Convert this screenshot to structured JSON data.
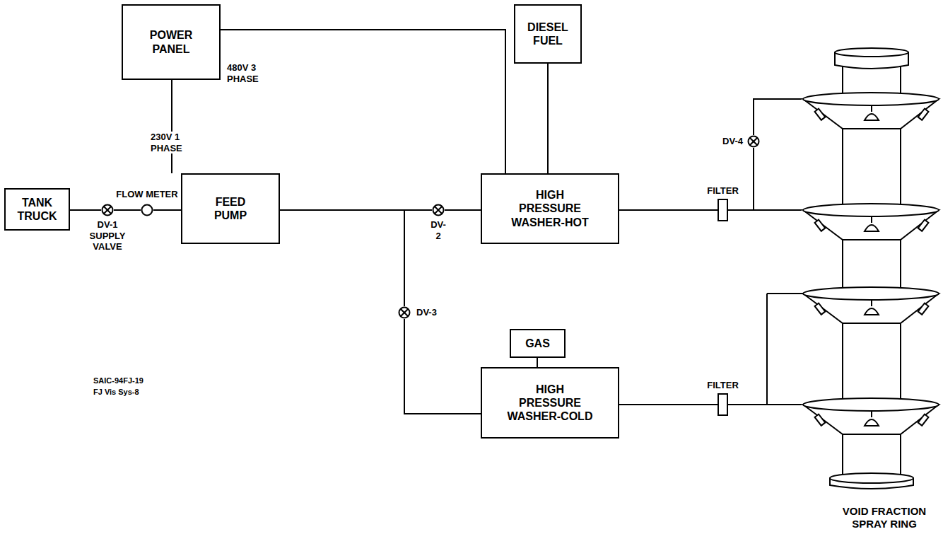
{
  "diagram": {
    "nodes": [
      {
        "text": [
          "TANK TRUCK"
        ]
      },
      {
        "text": [
          "DV-1 SUPPLY VALVE"
        ]
      },
      {
        "text": [
          "FLOW METER"
        ]
      },
      {
        "text": [
          "POWER PANEL"
        ]
      },
      {
        "text": [
          "FEED PUMP"
        ]
      },
      {
        "text": [
          "DIESEL FUEL"
        ]
      },
      {
        "text": [
          "DV-2"
        ]
      },
      {
        "text": [
          "HIGH PRESSURE WASHER-HOT"
        ]
      },
      {
        "text": [
          "DV-3"
        ]
      },
      {
        "text": [
          "GAS"
        ]
      },
      {
        "text": [
          "HIGH PRESSURE WASHER-COLD"
        ]
      },
      {
        "text": [
          "FILTER"
        ]
      },
      {
        "text": [
          "FILTER"
        ]
      },
      {
        "text": [
          "DV-4"
        ]
      },
      {
        "text": [
          "VOID FRACTION SPRAY RING"
        ]
      }
    ],
    "edges": [
      {
        "from": 0,
        "to": 1,
        "arrow": "none"
      },
      {
        "from": 1,
        "to": 2,
        "arrow": "none"
      },
      {
        "from": 2,
        "to": 4,
        "arrow": "none"
      },
      {
        "from": 3,
        "to": 4,
        "label": "230V 1 PHASE",
        "arrow": "none"
      },
      {
        "from": 3,
        "to": 7,
        "label": "480V 3 PHASE",
        "arrow": "none"
      },
      {
        "from": 5,
        "to": 7,
        "arrow": "none"
      },
      {
        "from": 4,
        "to": 6,
        "arrow": "none"
      },
      {
        "from": 6,
        "to": 7,
        "arrow": "none"
      },
      {
        "from": 4,
        "to": 8,
        "arrow": "none"
      },
      {
        "from": 8,
        "to": 10,
        "arrow": "none"
      },
      {
        "from": 9,
        "to": 10,
        "arrow": "none"
      },
      {
        "from": 7,
        "to": 11,
        "arrow": "none"
      },
      {
        "from": 10,
        "to": 12,
        "arrow": "none"
      },
      {
        "from": 11,
        "to": 14,
        "arrow": "none"
      },
      {
        "from": 11,
        "to": 13,
        "arrow": "none"
      },
      {
        "from": 13,
        "to": 14,
        "arrow": "none"
      },
      {
        "from": 12,
        "to": 14,
        "arrow": "none"
      }
    ],
    "labels": [
      "SAIC-94FJ-19",
      "FJ Vis Sys-8"
    ]
  }
}
